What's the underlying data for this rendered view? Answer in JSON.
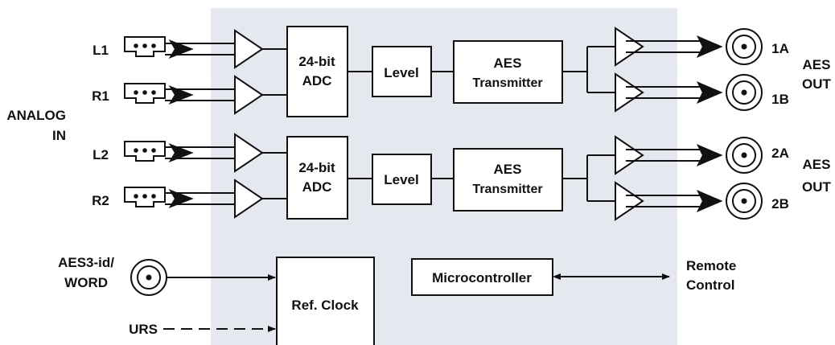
{
  "colors": {
    "panel": "#e6e8ef",
    "ink": "#111111",
    "box_fill": "#ffffff"
  },
  "analog_in": {
    "line1": "ANALOG",
    "line2": "IN"
  },
  "inputs": [
    "L1",
    "R1",
    "L2",
    "R2"
  ],
  "channels": [
    {
      "adc": {
        "line1": "24-bit",
        "line2": "ADC"
      },
      "level": "Level",
      "transmitter": {
        "line1": "AES",
        "line2": "Transmitter"
      },
      "outputs": [
        "1A",
        "1B"
      ],
      "aes_out": {
        "line1": "AES",
        "line2": "OUT"
      }
    },
    {
      "adc": {
        "line1": "24-bit",
        "line2": "ADC"
      },
      "level": "Level",
      "transmitter": {
        "line1": "AES",
        "line2": "Transmitter"
      },
      "outputs": [
        "2A",
        "2B"
      ],
      "aes_out": {
        "line1": "AES",
        "line2": "OUT"
      }
    }
  ],
  "ref_input": {
    "line1": "AES3-id/",
    "line2": "WORD"
  },
  "urs": "URS",
  "ref_clock": "Ref. Clock",
  "microcontroller": "Microcontroller",
  "remote": {
    "line1": "Remote",
    "line2": "Control"
  }
}
